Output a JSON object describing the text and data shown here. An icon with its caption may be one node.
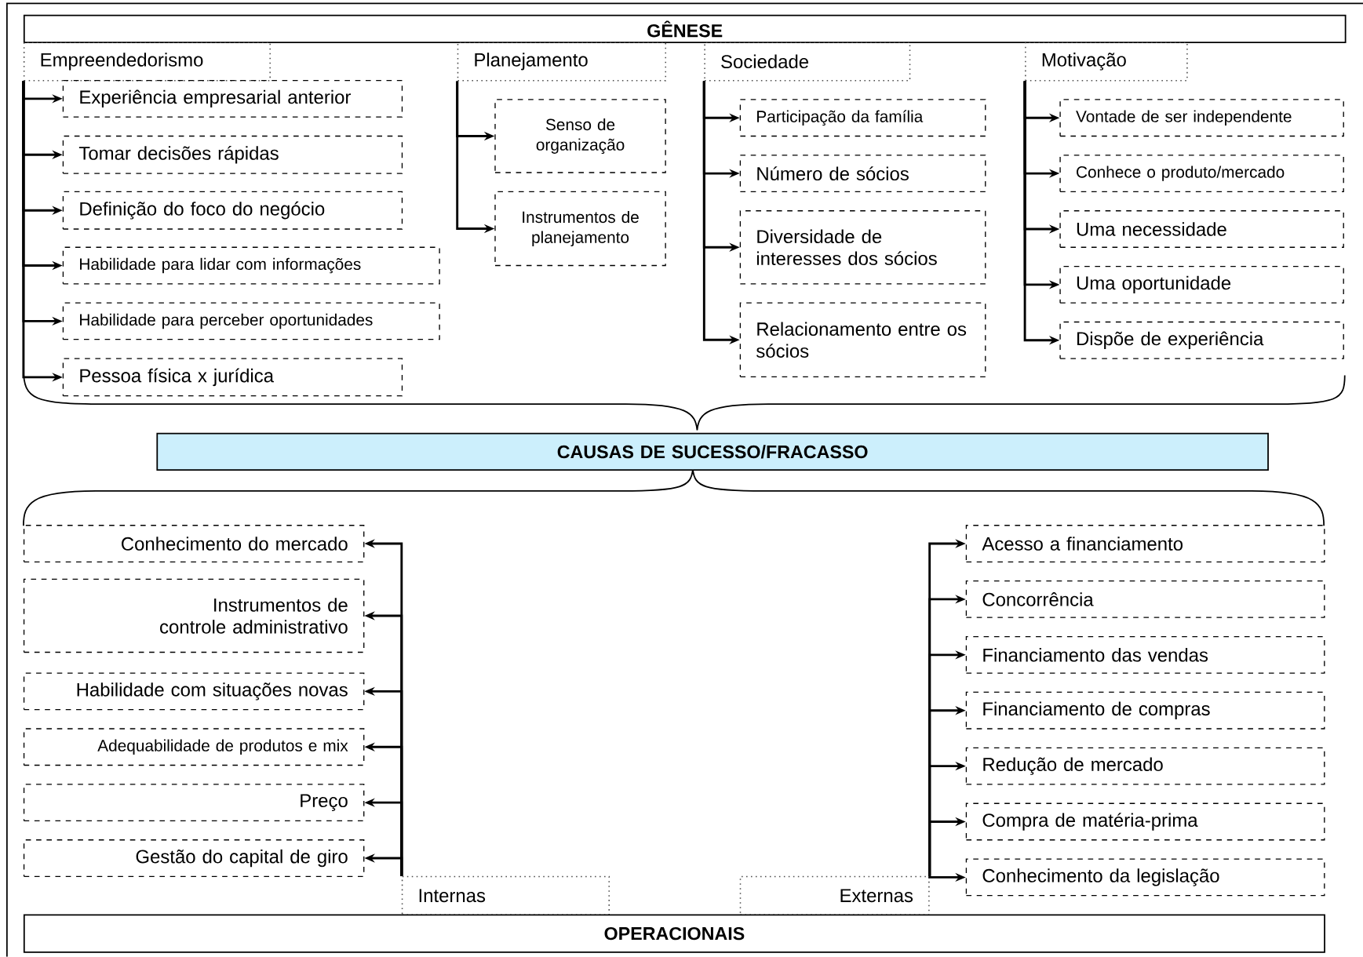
{
  "diagram": {
    "nodes": [
      {
        "text": [
          "GÊNESE"
        ]
      },
      {
        "text": [
          "Empreendedorismo"
        ]
      },
      {
        "text": [
          "Experiência empresarial anterior"
        ]
      },
      {
        "text": [
          "Tomar decisões rápidas"
        ]
      },
      {
        "text": [
          "Definição do foco do negócio"
        ]
      },
      {
        "text": [
          "Habilidade para lidar com informações"
        ]
      },
      {
        "text": [
          "Habilidade para perceber oportunidades"
        ]
      },
      {
        "text": [
          "Pessoa física x jurídica"
        ]
      },
      {
        "text": [
          "Planejamento"
        ]
      },
      {
        "text": [
          "Senso de organização"
        ]
      },
      {
        "text": [
          "Instrumentos de planejamento"
        ]
      },
      {
        "text": [
          "Sociedade"
        ]
      },
      {
        "text": [
          "Participação da família"
        ]
      },
      {
        "text": [
          "Número de sócios"
        ]
      },
      {
        "text": [
          "Diversidade de interesses dos sócios"
        ]
      },
      {
        "text": [
          "Relacionamento entre os sócios"
        ]
      },
      {
        "text": [
          "Motivação"
        ]
      },
      {
        "text": [
          "Vontade de ser independente"
        ]
      },
      {
        "text": [
          "Conhece o produto/mercado"
        ]
      },
      {
        "text": [
          "Uma necessidade"
        ]
      },
      {
        "text": [
          "Uma oportunidade"
        ]
      },
      {
        "text": [
          "Dispõe de experiência"
        ]
      },
      {
        "text": [
          "CAUSAS DE SUCESSO/FRACASSO"
        ]
      },
      {
        "text": [
          "Internas"
        ]
      },
      {
        "text": [
          "Conhecimento do mercado"
        ]
      },
      {
        "text": [
          "Instrumentos de controle administrativo"
        ]
      },
      {
        "text": [
          "Habilidade com situações novas"
        ]
      },
      {
        "text": [
          "Adequabilidade de produtos e mix"
        ]
      },
      {
        "text": [
          "Preço"
        ]
      },
      {
        "text": [
          "Gestão do capital de giro"
        ]
      },
      {
        "text": [
          "Externas"
        ]
      },
      {
        "text": [
          "Acesso a financiamento"
        ]
      },
      {
        "text": [
          "Concorrência"
        ]
      },
      {
        "text": [
          "Financiamento das vendas"
        ]
      },
      {
        "text": [
          "Financiamento de compras"
        ]
      },
      {
        "text": [
          "Redução de mercado"
        ]
      },
      {
        "text": [
          "Compra de matéria-prima"
        ]
      },
      {
        "text": [
          "Conhecimento da legislação"
        ]
      },
      {
        "text": [
          "OPERACIONAIS"
        ]
      }
    ],
    "edges": [
      {
        "from": 1,
        "to": 2,
        "arrow": "to"
      },
      {
        "from": 1,
        "to": 3,
        "arrow": "to"
      },
      {
        "from": 1,
        "to": 4,
        "arrow": "to"
      },
      {
        "from": 1,
        "to": 5,
        "arrow": "to"
      },
      {
        "from": 1,
        "to": 6,
        "arrow": "to"
      },
      {
        "from": 1,
        "to": 7,
        "arrow": "to"
      },
      {
        "from": 8,
        "to": 9,
        "arrow": "to"
      },
      {
        "from": 8,
        "to": 10,
        "arrow": "to"
      },
      {
        "from": 11,
        "to": 12,
        "arrow": "to"
      },
      {
        "from": 11,
        "to": 13,
        "arrow": "to"
      },
      {
        "from": 11,
        "to": 14,
        "arrow": "to"
      },
      {
        "from": 11,
        "to": 15,
        "arrow": "to"
      },
      {
        "from": 16,
        "to": 17,
        "arrow": "to"
      },
      {
        "from": 16,
        "to": 18,
        "arrow": "to"
      },
      {
        "from": 16,
        "to": 19,
        "arrow": "to"
      },
      {
        "from": 16,
        "to": 20,
        "arrow": "to"
      },
      {
        "from": 16,
        "to": 21,
        "arrow": "to"
      },
      {
        "from": 23,
        "to": 24,
        "arrow": "to"
      },
      {
        "from": 23,
        "to": 25,
        "arrow": "to"
      },
      {
        "from": 23,
        "to": 26,
        "arrow": "to"
      },
      {
        "from": 23,
        "to": 27,
        "arrow": "to"
      },
      {
        "from": 23,
        "to": 28,
        "arrow": "to"
      },
      {
        "from": 23,
        "to": 29,
        "arrow": "to"
      },
      {
        "from": 30,
        "to": 31,
        "arrow": "to"
      },
      {
        "from": 30,
        "to": 32,
        "arrow": "to"
      },
      {
        "from": 30,
        "to": 33,
        "arrow": "to"
      },
      {
        "from": 30,
        "to": 34,
        "arrow": "to"
      },
      {
        "from": 30,
        "to": 35,
        "arrow": "to"
      },
      {
        "from": 30,
        "to": 36,
        "arrow": "to"
      },
      {
        "from": 30,
        "to": 37,
        "arrow": "to"
      }
    ]
  }
}
